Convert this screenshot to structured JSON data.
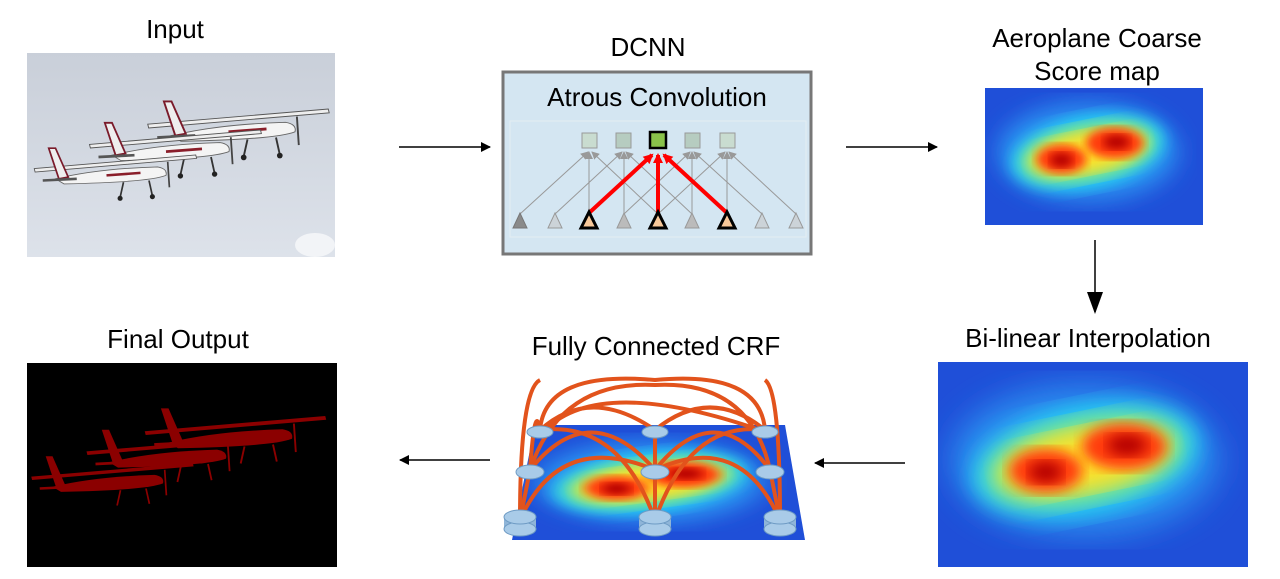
{
  "stages": {
    "input": {
      "label": "Input"
    },
    "dcnn": {
      "label": "DCNN",
      "inner_title": "Atrous Convolution"
    },
    "coarse": {
      "label_line1": "Aeroplane Coarse",
      "label_line2": "Score map"
    },
    "bilinear": {
      "label": "Bi-linear Interpolation"
    },
    "crf": {
      "label": "Fully Connected CRF"
    },
    "output": {
      "label": "Final Output"
    }
  },
  "colors": {
    "accent_red": "#ff0000",
    "crf_edges": "#e2531c",
    "output_mask": "#8b0000",
    "dcnn_box_fill": "#d4e6f2",
    "active_node": "#8bc34a"
  }
}
